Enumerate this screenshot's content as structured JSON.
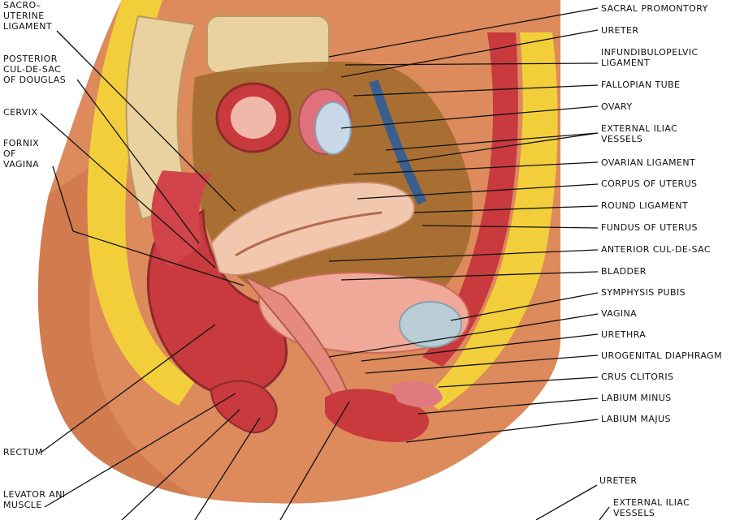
{
  "colors": {
    "flesh": "#dd8a5c",
    "flesh_dark": "#b8603a",
    "fat": "#f2cf3a",
    "muscle": "#c83a3e",
    "bone": "#e9d2a0",
    "uterus": "#f1c8ae",
    "ovary": "#c8d8e6",
    "leader": "#111111"
  },
  "labels_left": [
    {
      "id": "sacro-uterine",
      "text": "SACRO–\nUTERINE\nLIGAMENT"
    },
    {
      "id": "posterior-cul",
      "text": "POSTERIOR\nCUL-DE-SAC\nOF DOUGLAS"
    },
    {
      "id": "cervix",
      "text": "CERVIX"
    },
    {
      "id": "fornix",
      "text": "FORNIX\nOF\nVAGINA"
    },
    {
      "id": "rectum",
      "text": "RECTUM"
    },
    {
      "id": "levator",
      "text": "LEVATOR ANI\nMUSCLE"
    }
  ],
  "labels_right": [
    {
      "id": "sacral-promontory",
      "text": "SACRAL PROMONTORY"
    },
    {
      "id": "ureter",
      "text": "URETER"
    },
    {
      "id": "infundibulopelvic",
      "text": "INFUNDIBULOPELVIC\nLIGAMENT"
    },
    {
      "id": "fallopian",
      "text": "FALLOPIAN TUBE"
    },
    {
      "id": "ovary",
      "text": "OVARY"
    },
    {
      "id": "external-iliac",
      "text": "EXTERNAL ILIAC\nVESSELS"
    },
    {
      "id": "ovarian-ligament",
      "text": "OVARIAN LIGAMENT"
    },
    {
      "id": "corpus",
      "text": "CORPUS OF UTERUS"
    },
    {
      "id": "round-ligament",
      "text": "ROUND LIGAMENT"
    },
    {
      "id": "fundus",
      "text": "FUNDUS OF UTERUS"
    },
    {
      "id": "anterior-cul",
      "text": "ANTERIOR CUL-DE-SAC"
    },
    {
      "id": "bladder",
      "text": "BLADDER"
    },
    {
      "id": "symphysis",
      "text": "SYMPHYSIS PUBIS"
    },
    {
      "id": "vagina",
      "text": "VAGINA"
    },
    {
      "id": "urethra",
      "text": "URETHRA"
    },
    {
      "id": "urogenital",
      "text": "UROGENITAL DIAPHRAGM"
    },
    {
      "id": "crus",
      "text": "CRUS CLITORIS"
    },
    {
      "id": "labium-minus",
      "text": "LABIUM MINUS"
    },
    {
      "id": "labium-majus",
      "text": "LABIUM MAJUS"
    }
  ],
  "labels_bottom": [
    {
      "id": "ureter-bottom",
      "text": "URETER"
    },
    {
      "id": "external-iliac-bottom",
      "text": "EXTERNAL ILIAC\nVESSELS"
    }
  ]
}
